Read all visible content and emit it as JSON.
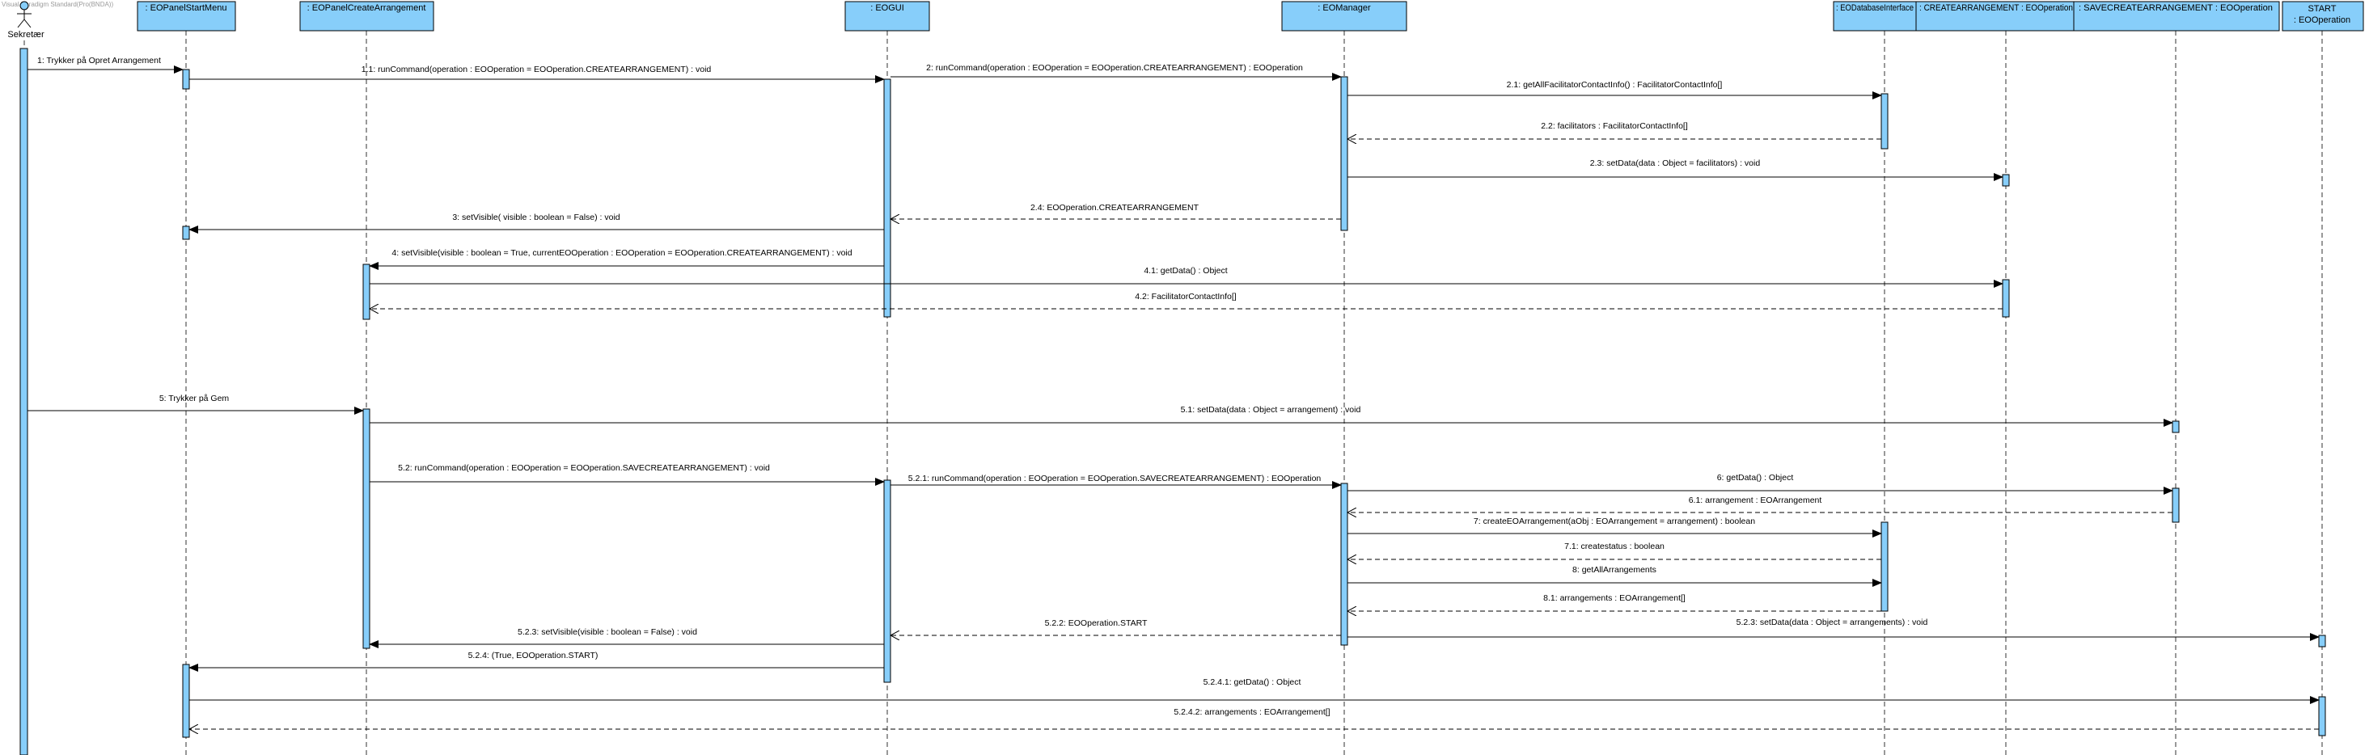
{
  "watermark": "Visual Paradigm Standard(Pro(BNDA))",
  "colors": {
    "box_fill": "#87CEFA",
    "line": "#000000"
  },
  "actor": {
    "label": "Sekretær"
  },
  "lifelines": [
    {
      "id": "ps",
      "label": ": EOPanelStartMenu"
    },
    {
      "id": "pc",
      "label": ": EOPanelCreateArrangement"
    },
    {
      "id": "gui",
      "label": ": EOGUI"
    },
    {
      "id": "man",
      "label": ": EOManager"
    },
    {
      "id": "db",
      "label": ": EODatabaseInterface"
    },
    {
      "id": "ca",
      "label": ": CREATEARRANGEMENT : EOOperation"
    },
    {
      "id": "sca",
      "label": ": SAVECREATEARRANGEMENT : EOOperation"
    },
    {
      "id": "st",
      "label": "START : EOOperation",
      "lines": [
        "START",
        ": EOOperation"
      ]
    }
  ],
  "messages": [
    {
      "id": "m1",
      "from": "act",
      "to": "ps",
      "kind": "sync",
      "text": "1: Trykker på Opret Arrangement"
    },
    {
      "id": "m1_1",
      "from": "ps",
      "to": "gui",
      "kind": "sync",
      "text": "1.1: runCommand(operation : EOOperation = EOOperation.CREATEARRANGEMENT) : void"
    },
    {
      "id": "m2",
      "from": "gui",
      "to": "man",
      "kind": "sync",
      "text": "2: runCommand(operation : EOOperation = EOOperation.CREATEARRANGEMENT) : EOOperation"
    },
    {
      "id": "m2_1",
      "from": "man",
      "to": "db",
      "kind": "sync",
      "text": "2.1: getAllFacilitatorContactInfo() : FacilitatorContactInfo[]"
    },
    {
      "id": "m2_2",
      "from": "db",
      "to": "man",
      "kind": "return",
      "text": "2.2: facilitators : FacilitatorContactInfo[]"
    },
    {
      "id": "m2_3",
      "from": "man",
      "to": "ca",
      "kind": "sync",
      "text": "2.3: setData(data : Object = facilitators) : void"
    },
    {
      "id": "m2_4",
      "from": "man",
      "to": "gui",
      "kind": "return",
      "text": "2.4: EOOperation.CREATEARRANGEMENT"
    },
    {
      "id": "m3",
      "from": "gui",
      "to": "ps",
      "kind": "sync",
      "text": "3: setVisible( visible : boolean = False) : void"
    },
    {
      "id": "m4",
      "from": "gui",
      "to": "pc",
      "kind": "sync",
      "text": "4: setVisible(visible : boolean = True, currentEOOperation : EOOperation = EOOperation.CREATEARRANGEMENT) : void"
    },
    {
      "id": "m4_1",
      "from": "pc",
      "to": "ca",
      "kind": "sync",
      "text": "4.1: getData() : Object"
    },
    {
      "id": "m4_2",
      "from": "ca",
      "to": "pc",
      "kind": "return",
      "text": "4.2: FacilitatorContactInfo[]"
    },
    {
      "id": "m5",
      "from": "act",
      "to": "pc",
      "kind": "sync",
      "text": "5: Trykker på Gem"
    },
    {
      "id": "m5_1",
      "from": "pc",
      "to": "sca",
      "kind": "sync",
      "text": "5.1: setData(data : Object = arrangement) : void"
    },
    {
      "id": "m5_2",
      "from": "pc",
      "to": "gui",
      "kind": "sync",
      "text": "5.2: runCommand(operation : EOOperation = EOOperation.SAVECREATEARRANGEMENT) : void"
    },
    {
      "id": "m5_2_1",
      "from": "gui",
      "to": "man",
      "kind": "sync",
      "text": "5.2.1: runCommand(operation : EOOperation = EOOperation.SAVECREATEARRANGEMENT) : EOOperation"
    },
    {
      "id": "m6",
      "from": "man",
      "to": "sca",
      "kind": "sync",
      "text": "6: getData() : Object"
    },
    {
      "id": "m6_1",
      "from": "sca",
      "to": "man",
      "kind": "return",
      "text": "6.1: arrangement : EOArrangement"
    },
    {
      "id": "m7",
      "from": "man",
      "to": "db",
      "kind": "sync",
      "text": "7: createEOArrangement(aObj : EOArrangement = arrangement) : boolean"
    },
    {
      "id": "m7_1",
      "from": "db",
      "to": "man",
      "kind": "return",
      "text": "7.1: createstatus : boolean"
    },
    {
      "id": "m8",
      "from": "man",
      "to": "db",
      "kind": "sync",
      "text": "8: getAllArrangements"
    },
    {
      "id": "m8_1",
      "from": "db",
      "to": "man",
      "kind": "return",
      "text": "8.1: arrangements : EOArrangement[]"
    },
    {
      "id": "m5_2_2",
      "from": "man",
      "to": "gui",
      "kind": "return",
      "text": "5.2.2: EOOperation.START"
    },
    {
      "id": "m5_2_3a",
      "from": "man",
      "to": "st",
      "kind": "sync",
      "text": "5.2.3: setData(data : Object = arrangements) : void"
    },
    {
      "id": "m5_2_3b",
      "from": "gui",
      "to": "pc",
      "kind": "sync",
      "text": "5.2.3: setVisible(visible : boolean = False) : void"
    },
    {
      "id": "m5_2_4",
      "from": "gui",
      "to": "ps",
      "kind": "sync",
      "text": "5.2.4: (True, EOOperation.START)"
    },
    {
      "id": "m5_2_4_1",
      "from": "ps",
      "to": "st",
      "kind": "sync",
      "text": "5.2.4.1: getData() : Object"
    },
    {
      "id": "m5_2_4_2",
      "from": "st",
      "to": "ps",
      "kind": "return",
      "text": "5.2.4.2: arrangements : EOArrangement[]"
    }
  ]
}
